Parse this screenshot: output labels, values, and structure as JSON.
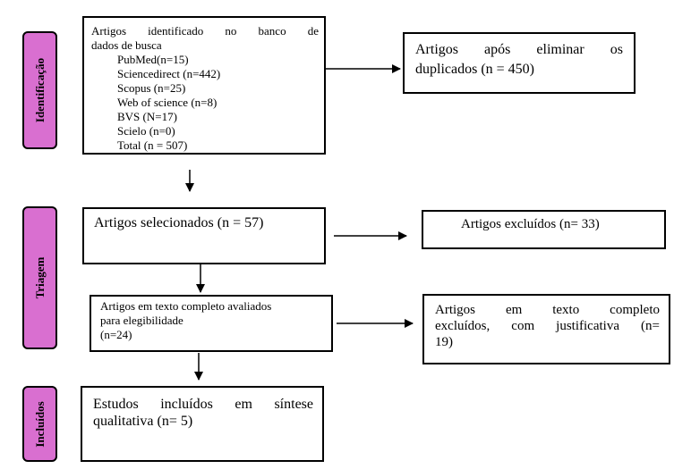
{
  "phases": {
    "identificacao": "Identificação",
    "triagem": "Triagem",
    "incluidos": "Incluídos"
  },
  "identified": {
    "line1": "Artigos identificado no banco de",
    "line2": "dados de busca",
    "sources": [
      "PubMed(n=15)",
      "Sciencedirect (n=442)",
      "Scopus (n=25)",
      "Web of science (n=8)",
      "BVS (N=17)",
      "Scielo (n=0)",
      "Total (n = 507)"
    ]
  },
  "after_duplicates": {
    "line1": "Artigos após eliminar os",
    "line2": "duplicados (n = 450)"
  },
  "selected": "Artigos selecionados (n = 57)",
  "excluded": "Artigos excluídos (n= 33)",
  "fulltext": {
    "line1": "Artigos em texto completo avaliados",
    "line2": "para elegibilidade",
    "line3": "(n=24)"
  },
  "fulltext_excluded": {
    "line1": "Artigos em texto completo",
    "line2": "excluídos, com justificativa (n=",
    "line3": "19)"
  },
  "included": {
    "line1": "Estudos incluídos em síntese",
    "line2": "qualitativa (n= 5)"
  }
}
